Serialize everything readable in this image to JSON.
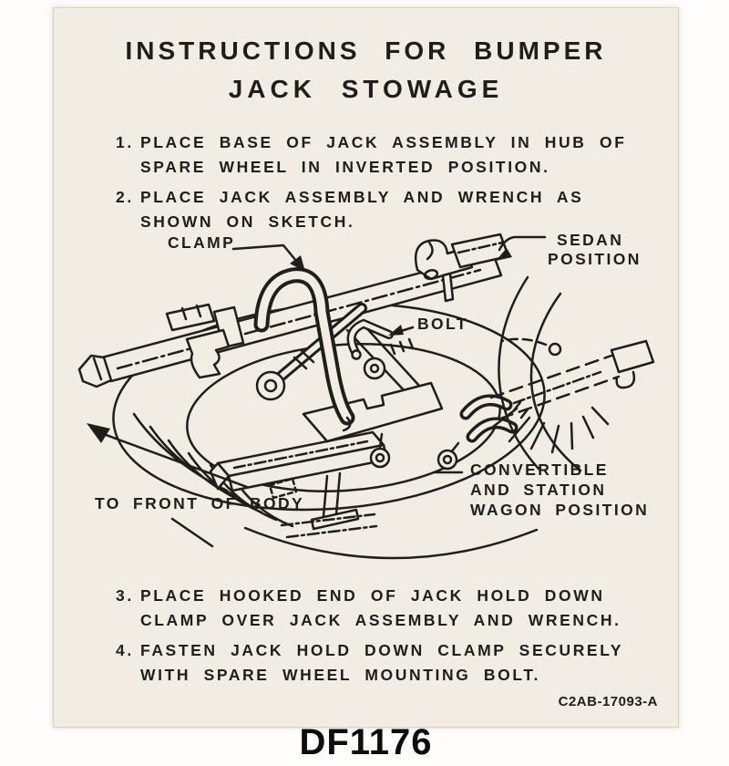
{
  "colors": {
    "paper": "#f1ede4",
    "ink": "#1f1e1b",
    "page_background": "#ffffff"
  },
  "title": {
    "line1": "INSTRUCTIONS FOR BUMPER",
    "line2": "JACK STOWAGE"
  },
  "steps": [
    {
      "num": "1.",
      "line1": "PLACE BASE OF JACK ASSEMBLY IN HUB OF",
      "line2": "SPARE WHEEL IN INVERTED POSITION."
    },
    {
      "num": "2.",
      "line1": "PLACE JACK ASSEMBLY AND WRENCH AS",
      "line2": "SHOWN ON SKETCH."
    },
    {
      "num": "3.",
      "line1": "PLACE HOOKED END OF JACK HOLD DOWN",
      "line2": "CLAMP OVER JACK ASSEMBLY AND WRENCH."
    },
    {
      "num": "4.",
      "line1": "FASTEN JACK HOLD DOWN CLAMP SECURELY",
      "line2": "WITH SPARE WHEEL MOUNTING BOLT."
    }
  ],
  "diagram": {
    "labels": {
      "clamp": "CLAMP",
      "sedan_line1": "SEDAN",
      "sedan_line2": "POSITION",
      "bolt": "BOLT",
      "convertible_line1": "CONVERTIBLE",
      "convertible_line2": "AND STATION",
      "convertible_line3": "WAGON POSITION",
      "to_front_of_body": "TO FRONT OF BODY"
    }
  },
  "part_number": "C2AB-17093-A",
  "caption": "DF1176"
}
